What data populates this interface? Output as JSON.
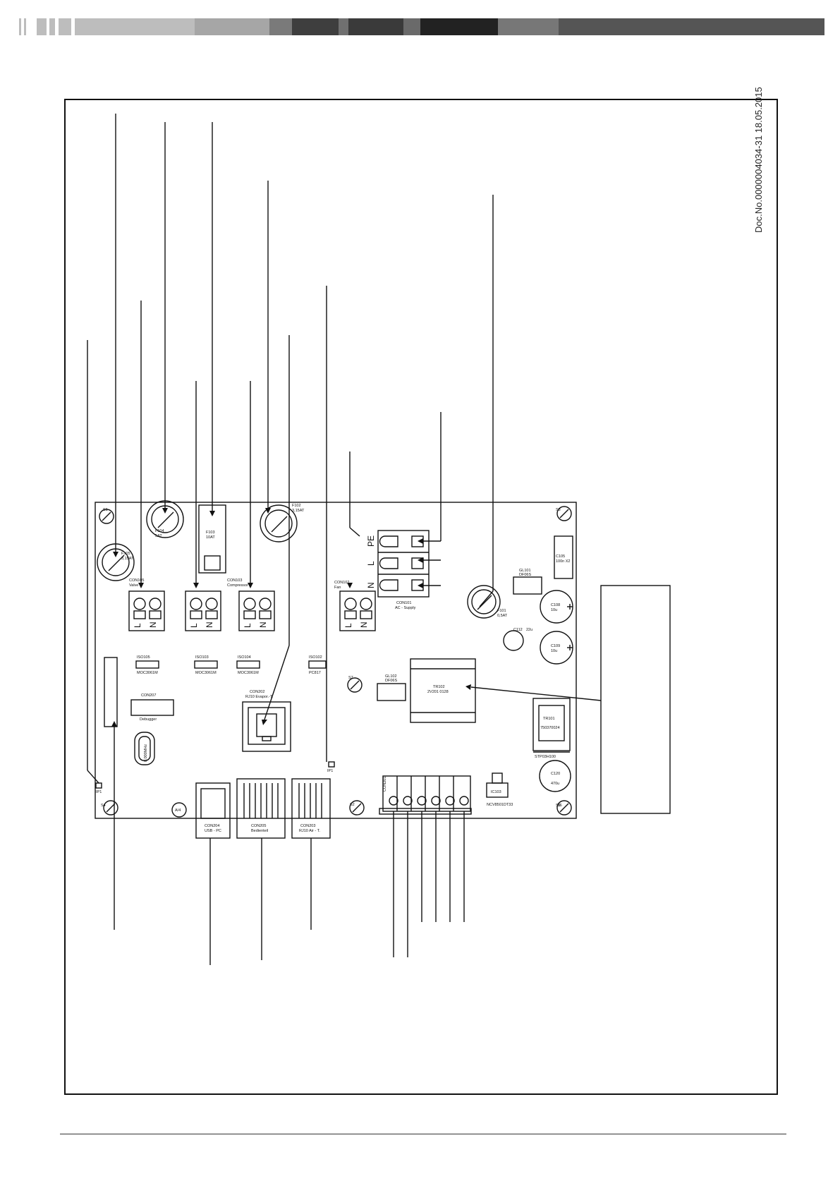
{
  "document": {
    "doc_number": "Doc.No.0000004034-31 18.05.2015"
  },
  "header_bar": {
    "colors": [
      "#bdbdbd",
      "#a6a6a6",
      "#8a8a8a",
      "#6b6b6b",
      "#3e3e3e",
      "#707070",
      "#2f2f2f",
      "#4a4a4a",
      "#222222",
      "#666666",
      "#555555"
    ]
  },
  "board": {
    "connectors": {
      "con105": {
        "name": "CON105",
        "sub": "Valve"
      },
      "con103": {
        "name": "CON103",
        "sub": "Compressor"
      },
      "con102": {
        "name": "CON102",
        "sub": "Fan"
      },
      "con101": {
        "name": "CON101",
        "sub": "AC - Supply"
      },
      "con207": {
        "name": "CON207",
        "sub": "Debugger"
      },
      "con202": {
        "name": "CON202",
        "sub": "RJ10 Evapor.-T."
      },
      "con204": {
        "name": "CON204",
        "sub": "USB - PC"
      },
      "con205": {
        "name": "CON205",
        "sub": "Bedienteil"
      },
      "con203": {
        "name": "CON203",
        "sub": "RJ10 Air - T."
      },
      "con201": {
        "name": "CON201"
      },
      "con202_side": {
        "name": "CON202"
      }
    },
    "fuses": {
      "f105": {
        "name": "F105",
        "rating": "3,15AT"
      },
      "f104": {
        "name": "F104",
        "rating": "5AT"
      },
      "f103": {
        "name": "F103",
        "rating": "10AT"
      },
      "f102": {
        "name": "F102",
        "rating": "3,15AT"
      },
      "f101": {
        "name": "F101",
        "rating": "0,5AT"
      }
    },
    "isolators": {
      "iso105": {
        "name": "ISO105",
        "part": "MOC3061M"
      },
      "iso103": {
        "name": "ISO103",
        "part": "MOC3061M"
      },
      "iso104": {
        "name": "ISO104",
        "part": "MOC3061M"
      },
      "iso102": {
        "name": "ISO102",
        "part": "PC817"
      }
    },
    "components": {
      "c105": {
        "name": "C105",
        "value": "100n X2"
      },
      "gl101": {
        "name": "GL101",
        "part": "DF06S"
      },
      "gl102": {
        "name": "GL102",
        "part": "DF06S"
      },
      "c108": {
        "name": "C108",
        "value": "10u"
      },
      "c109": {
        "name": "C109",
        "value": "10u"
      },
      "c112": {
        "name": "C112",
        "value": "22u"
      },
      "c120": {
        "name": "C120",
        "value": "470u"
      },
      "tr102": {
        "name": "TR102",
        "part": "2V201 0128"
      },
      "tr101": {
        "name": "TR101",
        "part": "750370024"
      },
      "tr101_sub": {
        "part": "STP03H100"
      },
      "ic103": {
        "name": "IC103",
        "part": "NCV8501DT33"
      },
      "crystal": {
        "value": "8.000MHz"
      },
      "aa": {
        "label": "A/4"
      }
    },
    "terminal_letters": {
      "L": "L",
      "N": "N",
      "PE": "PE"
    },
    "screws": [
      "S1",
      "S2",
      "S3",
      "S4",
      "S5",
      "S6",
      "S7"
    ],
    "leds": [
      "IP1",
      "IP1"
    ]
  }
}
